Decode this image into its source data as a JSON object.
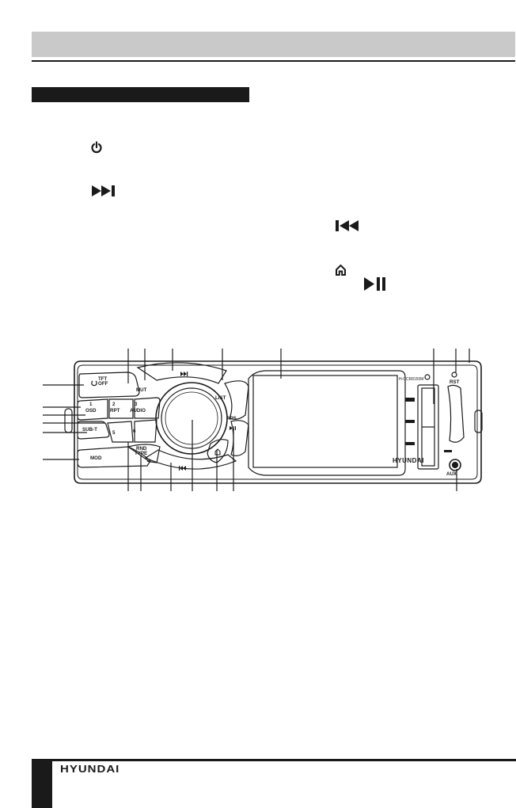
{
  "panel": {
    "buttons": {
      "tft_off": "TFT\nOFF",
      "mut": "MUT",
      "list": "LIST",
      "osd_num": "1",
      "osd": "OSD",
      "rpt_num": "2",
      "rpt": "RPT",
      "audio_num": "3",
      "audio": "AUDIO",
      "subt": "SUB-T",
      "five": "5",
      "six": "6",
      "aps": "APS",
      "rnd": "RND",
      "type": "TYPE",
      "mod": "MOD",
      "rst": "RST",
      "aux": "AUX"
    },
    "model": "H-CCR8150M",
    "brand": "HYUNDAI"
  },
  "footer": {
    "brand": "HYUNDAI"
  },
  "icons": [
    "power-icon",
    "next-track-icon",
    "prev-track-icon",
    "home-icon",
    "play-pause-icon"
  ]
}
